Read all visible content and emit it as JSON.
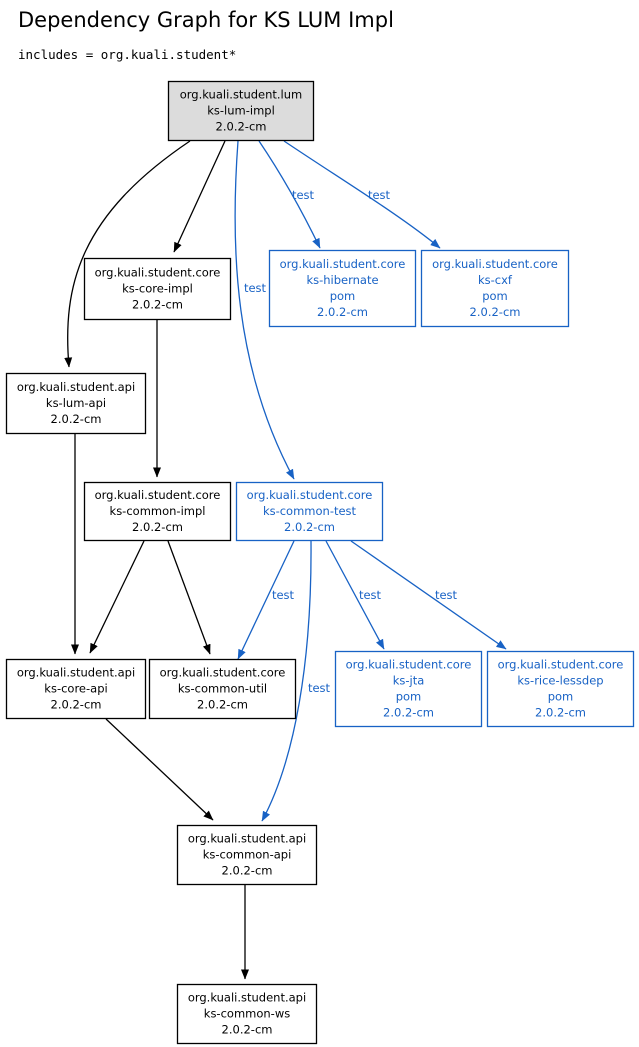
{
  "header": {
    "title": "Dependency Graph for KS LUM Impl",
    "subtitle": "includes = org.kuali.student*"
  },
  "colors": {
    "compile": "#000000",
    "test": "#1862c5",
    "root_fill": "#dcdcdc"
  },
  "nodes": [
    {
      "id": "ks-lum-impl",
      "lines": [
        "org.kuali.student.lum",
        "ks-lum-impl",
        "2.0.2-cm"
      ],
      "scope": "root"
    },
    {
      "id": "ks-core-impl",
      "lines": [
        "org.kuali.student.core",
        "ks-core-impl",
        "2.0.2-cm"
      ],
      "scope": "compile"
    },
    {
      "id": "ks-hibernate",
      "lines": [
        "org.kuali.student.core",
        "ks-hibernate",
        "pom",
        "2.0.2-cm"
      ],
      "scope": "test"
    },
    {
      "id": "ks-cxf",
      "lines": [
        "org.kuali.student.core",
        "ks-cxf",
        "pom",
        "2.0.2-cm"
      ],
      "scope": "test"
    },
    {
      "id": "ks-lum-api",
      "lines": [
        "org.kuali.student.api",
        "ks-lum-api",
        "2.0.2-cm"
      ],
      "scope": "compile"
    },
    {
      "id": "ks-common-impl",
      "lines": [
        "org.kuali.student.core",
        "ks-common-impl",
        "2.0.2-cm"
      ],
      "scope": "compile"
    },
    {
      "id": "ks-common-test",
      "lines": [
        "org.kuali.student.core",
        "ks-common-test",
        "2.0.2-cm"
      ],
      "scope": "test"
    },
    {
      "id": "ks-core-api",
      "lines": [
        "org.kuali.student.api",
        "ks-core-api",
        "2.0.2-cm"
      ],
      "scope": "compile"
    },
    {
      "id": "ks-common-util",
      "lines": [
        "org.kuali.student.core",
        "ks-common-util",
        "2.0.2-cm"
      ],
      "scope": "compile"
    },
    {
      "id": "ks-jta",
      "lines": [
        "org.kuali.student.core",
        "ks-jta",
        "pom",
        "2.0.2-cm"
      ],
      "scope": "test"
    },
    {
      "id": "ks-rice-lessdep",
      "lines": [
        "org.kuali.student.core",
        "ks-rice-lessdep",
        "pom",
        "2.0.2-cm"
      ],
      "scope": "test"
    },
    {
      "id": "ks-common-api",
      "lines": [
        "org.kuali.student.api",
        "ks-common-api",
        "2.0.2-cm"
      ],
      "scope": "compile"
    },
    {
      "id": "ks-common-ws",
      "lines": [
        "org.kuali.student.api",
        "ks-common-ws",
        "2.0.2-cm"
      ],
      "scope": "compile"
    }
  ],
  "edges": [
    {
      "from": "ks-lum-impl",
      "to": "ks-core-impl",
      "scope": "compile",
      "label": ""
    },
    {
      "from": "ks-lum-impl",
      "to": "ks-lum-api",
      "scope": "compile",
      "label": ""
    },
    {
      "from": "ks-lum-impl",
      "to": "ks-hibernate",
      "scope": "test",
      "label": "test"
    },
    {
      "from": "ks-lum-impl",
      "to": "ks-cxf",
      "scope": "test",
      "label": "test"
    },
    {
      "from": "ks-lum-impl",
      "to": "ks-common-test",
      "scope": "test",
      "label": "test"
    },
    {
      "from": "ks-core-impl",
      "to": "ks-common-impl",
      "scope": "compile",
      "label": ""
    },
    {
      "from": "ks-lum-api",
      "to": "ks-core-api",
      "scope": "compile",
      "label": ""
    },
    {
      "from": "ks-common-impl",
      "to": "ks-core-api",
      "scope": "compile",
      "label": ""
    },
    {
      "from": "ks-common-impl",
      "to": "ks-common-util",
      "scope": "compile",
      "label": ""
    },
    {
      "from": "ks-common-test",
      "to": "ks-common-util",
      "scope": "test",
      "label": "test"
    },
    {
      "from": "ks-common-test",
      "to": "ks-jta",
      "scope": "test",
      "label": "test"
    },
    {
      "from": "ks-common-test",
      "to": "ks-rice-lessdep",
      "scope": "test",
      "label": "test"
    },
    {
      "from": "ks-common-test",
      "to": "ks-common-api",
      "scope": "test",
      "label": "test"
    },
    {
      "from": "ks-core-api",
      "to": "ks-common-api",
      "scope": "compile",
      "label": ""
    },
    {
      "from": "ks-common-api",
      "to": "ks-common-ws",
      "scope": "compile",
      "label": ""
    }
  ]
}
